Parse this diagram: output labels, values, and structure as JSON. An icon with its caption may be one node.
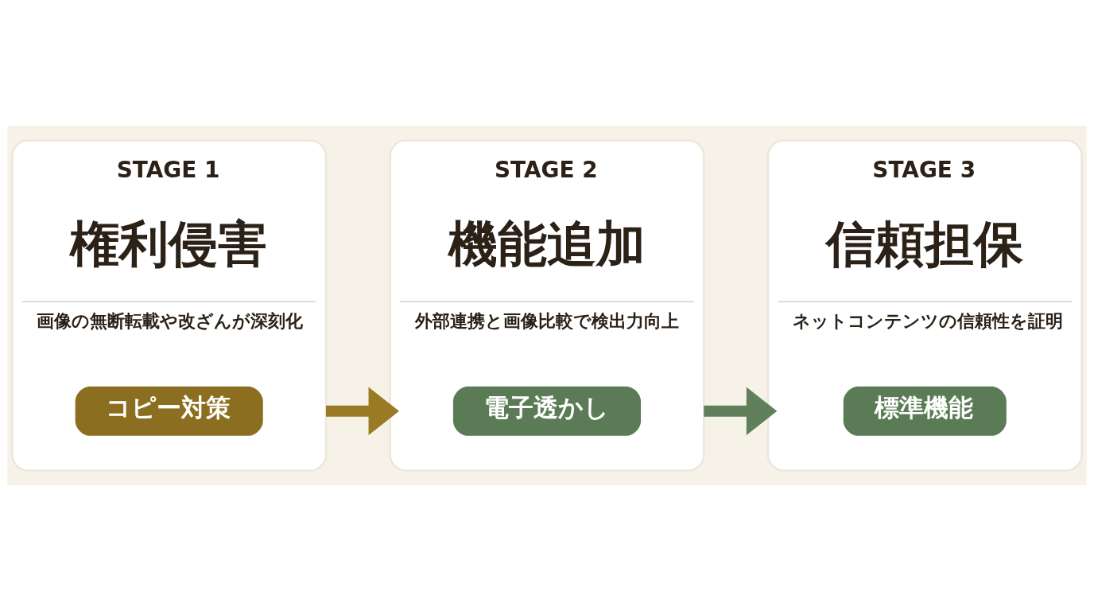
{
  "diagram": {
    "nodes": [
      {
        "text": [
          "STAGE 1",
          "権利侵害",
          "画像の無断転載や改ざんが深刻化"
        ]
      },
      {
        "text": [
          "コピー対策"
        ],
        "in": 0
      },
      {
        "text": [
          "STAGE 2",
          "機能追加",
          "外部連携と画像比較で検出力向上"
        ]
      },
      {
        "text": [
          "電子透かし"
        ],
        "in": 2
      },
      {
        "text": [
          "STAGE 3",
          "信頼担保",
          "ネットコンテンツの信頼性を証明"
        ]
      },
      {
        "text": [
          "標準機能"
        ],
        "in": 4
      }
    ],
    "edges": [
      {
        "from": 0,
        "to": 2,
        "arrow": "to",
        "color": "#9a7a22"
      },
      {
        "from": 2,
        "to": 4,
        "arrow": "to",
        "color": "#5f805a"
      }
    ]
  }
}
